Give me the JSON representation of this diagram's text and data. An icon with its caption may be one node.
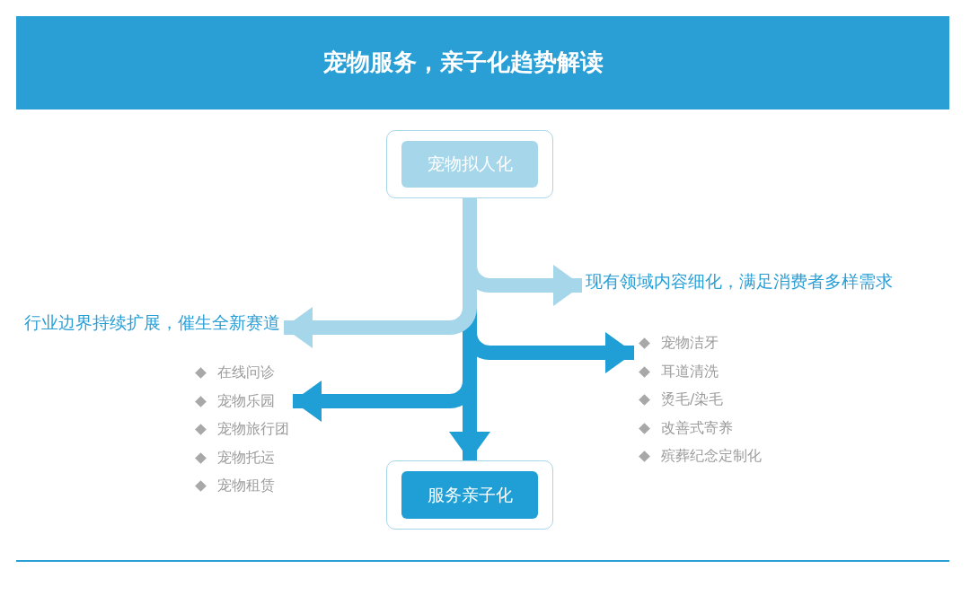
{
  "diagram": {
    "title": "宠物服务，亲子化趋势解读",
    "nodes": [
      {
        "text": [
          "宠物拟人化"
        ]
      },
      {
        "text": [
          "服务亲子化"
        ]
      },
      {
        "text": [
          "现有领域内容细化，满足消费者多样需求"
        ]
      },
      {
        "text": [
          "行业边界持续扩展，催生全新赛道"
        ]
      },
      {
        "text": [
          "宠物洁牙",
          "耳道清洗",
          "烫毛/染毛",
          "改善式寄养",
          "殡葬纪念定制化"
        ]
      },
      {
        "text": [
          "在线问诊",
          "宠物乐园",
          "宠物旅行团",
          "宠物托运",
          "宠物租赁"
        ]
      }
    ],
    "edges": [
      {
        "from": 0,
        "to": 4,
        "arrow": "to"
      },
      {
        "from": 0,
        "to": 5,
        "arrow": "to"
      },
      {
        "from": 0,
        "to": 1,
        "arrow": "to"
      },
      {
        "from": 0,
        "to": 2,
        "arrow": "to",
        "color": "#a6d6ea"
      },
      {
        "from": 0,
        "to": 3,
        "arrow": "to",
        "color": "#a6d6ea"
      }
    ]
  }
}
